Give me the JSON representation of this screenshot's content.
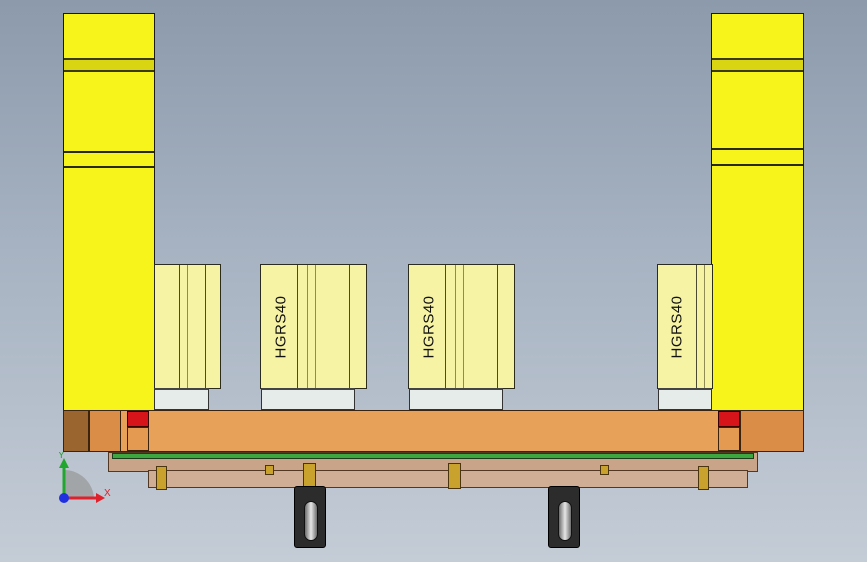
{
  "guide_blocks": [
    {
      "id": "block-1",
      "label": ""
    },
    {
      "id": "block-2",
      "label": "HGRS40"
    },
    {
      "id": "block-3",
      "label": "HGRS40"
    },
    {
      "id": "block-4",
      "label": "HGRS40"
    }
  ],
  "triad": {
    "x_label": "X",
    "y_label": "Y",
    "x_color": "#e0202a",
    "y_color": "#21a630",
    "z_color": "#2030e0"
  },
  "colors": {
    "column": "#f7f41c",
    "plate": "#e8a158",
    "rail": "#3ea63f",
    "pin": "#d6141a"
  }
}
